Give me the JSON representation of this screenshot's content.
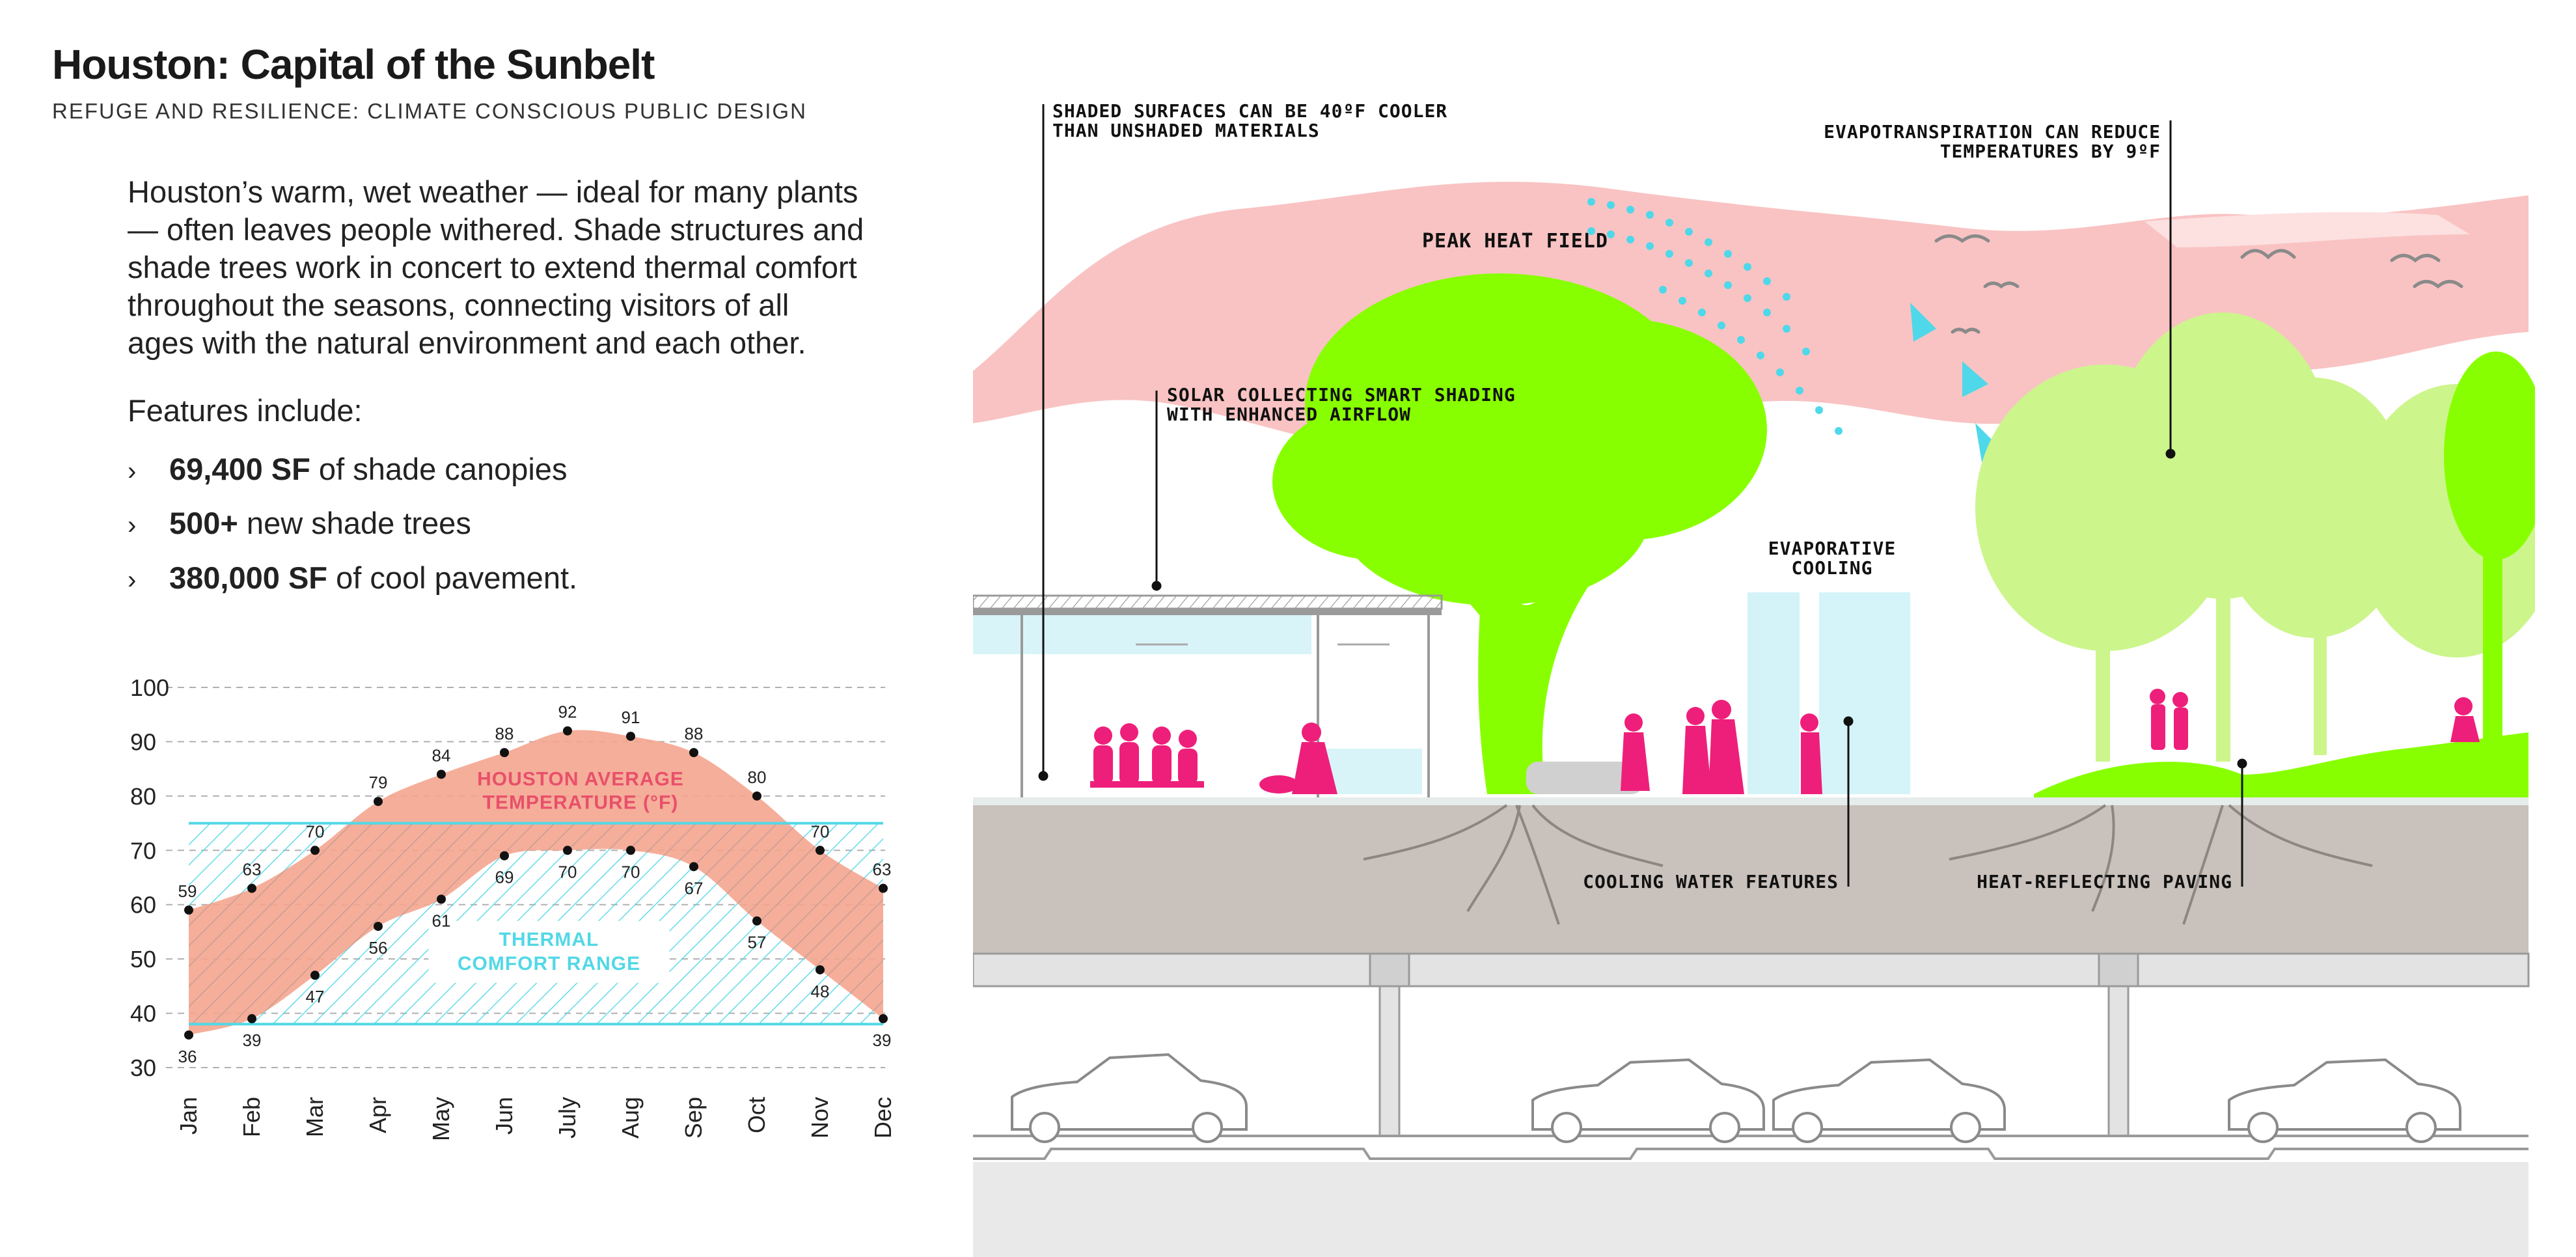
{
  "header": {
    "title": "Houston: Capital of the Sunbelt",
    "subtitle": "REFUGE AND RESILIENCE: CLIMATE CONSCIOUS PUBLIC DESIGN"
  },
  "intro": {
    "lines": [
      "Houston’s warm, wet weather — ideal for many plants",
      "— often leaves people withered. Shade structures and",
      "shade trees work in concert to extend thermal comfort",
      "throughout the seasons, connecting visitors of all",
      "ages with the natural environment and each other."
    ],
    "features_heading": "Features include:",
    "features": [
      {
        "bullet": "›",
        "bold": "69,400 SF",
        "rest": " of shade canopies"
      },
      {
        "bullet": "›",
        "bold": "500+",
        "rest": " new shade trees"
      },
      {
        "bullet": "›",
        "bold": "380,000 SF",
        "rest": " of cool pavement."
      }
    ]
  },
  "chart_data": {
    "type": "area",
    "categories": [
      "Jan",
      "Feb",
      "Mar",
      "Apr",
      "May",
      "Jun",
      "July",
      "Aug",
      "Sep",
      "Oct",
      "Nov",
      "Dec"
    ],
    "y_ticks": [
      100,
      90,
      80,
      70,
      60,
      50,
      40,
      30
    ],
    "ylim": [
      30,
      100
    ],
    "grid": "dashed horizontal",
    "series": [
      {
        "name": "HOUSTON AVERAGE TEMPERATURE (°F)",
        "role": "high",
        "values": [
          59,
          63,
          70,
          79,
          84,
          88,
          92,
          91,
          88,
          80,
          70,
          63
        ]
      },
      {
        "role": "low",
        "values": [
          36,
          39,
          47,
          56,
          61,
          69,
          70,
          70,
          67,
          57,
          48,
          39
        ]
      }
    ],
    "band_label": [
      "HOUSTON AVERAGE",
      "TEMPERATURE (°F)"
    ],
    "comfort_range": {
      "label": [
        "THERMAL",
        "COMFORT RANGE"
      ],
      "range": [
        38,
        75
      ]
    },
    "colors": {
      "temp_fill": "#f4a58f",
      "temp_label": "#e8506a",
      "comfort": "#52d8e6",
      "point": "#111111"
    }
  },
  "diagram": {
    "labels": {
      "shaded_surfaces": [
        "SHADED SURFACES CAN BE 40ºF COOLER",
        "THAN UNSHADED MATERIALS"
      ],
      "evapotranspiration": [
        "EVAPOTRANSPIRATION CAN REDUCE",
        "TEMPERATURES BY 9ºF"
      ],
      "peak_heat": "PEAK HEAT FIELD",
      "solar_shading": [
        "SOLAR COLLECTING SMART SHADING",
        "WITH ENHANCED AIRFLOW"
      ],
      "evaporative": [
        "EVAPORATIVE",
        "COOLING"
      ],
      "cooling_water": "COOLING WATER FEATURES",
      "heat_paving": "HEAT-REFLECTING PAVING"
    },
    "colors": {
      "heat": "#f9c3c3",
      "tree_green": "#88ff00",
      "tree_light": "#ccf58c",
      "people": "#ee1f7a",
      "ground": "#c9c1bb",
      "air": "#4fd8ea",
      "road": "#9a9a9a"
    }
  }
}
